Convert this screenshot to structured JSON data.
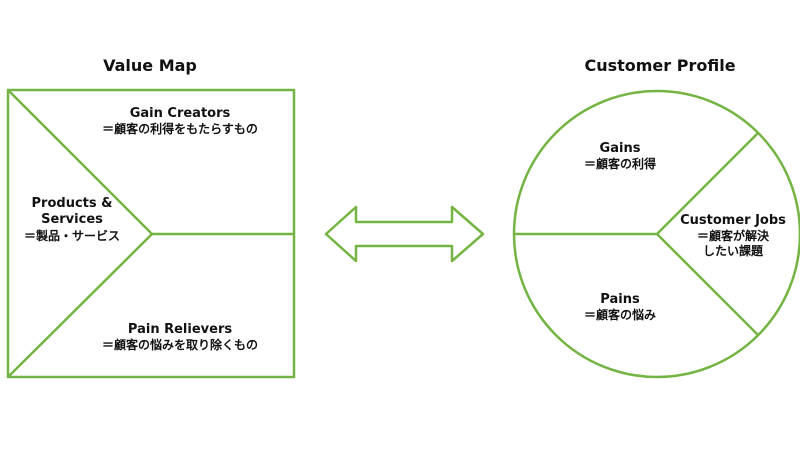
{
  "colors": {
    "stroke": "#74B443",
    "text": "#111111",
    "background": "#ffffff"
  },
  "value_map": {
    "title": "Value Map",
    "gain_creators": {
      "heading": "Gain Creators",
      "description": "＝顧客の利得をもたらすもの"
    },
    "products_services": {
      "line1": "Products &",
      "line2": "Services",
      "description": "＝製品・サービス"
    },
    "pain_relievers": {
      "heading": "Pain Relievers",
      "description": "＝顧客の悩みを取り除くもの"
    }
  },
  "customer_profile": {
    "title": "Customer Profile",
    "gains": {
      "heading": "Gains",
      "description": "＝顧客の利得"
    },
    "customer_jobs": {
      "heading": "Customer Jobs",
      "line1": "＝顧客が解決",
      "line2": "したい課題"
    },
    "pains": {
      "heading": "Pains",
      "description": "＝顧客の悩み"
    }
  }
}
